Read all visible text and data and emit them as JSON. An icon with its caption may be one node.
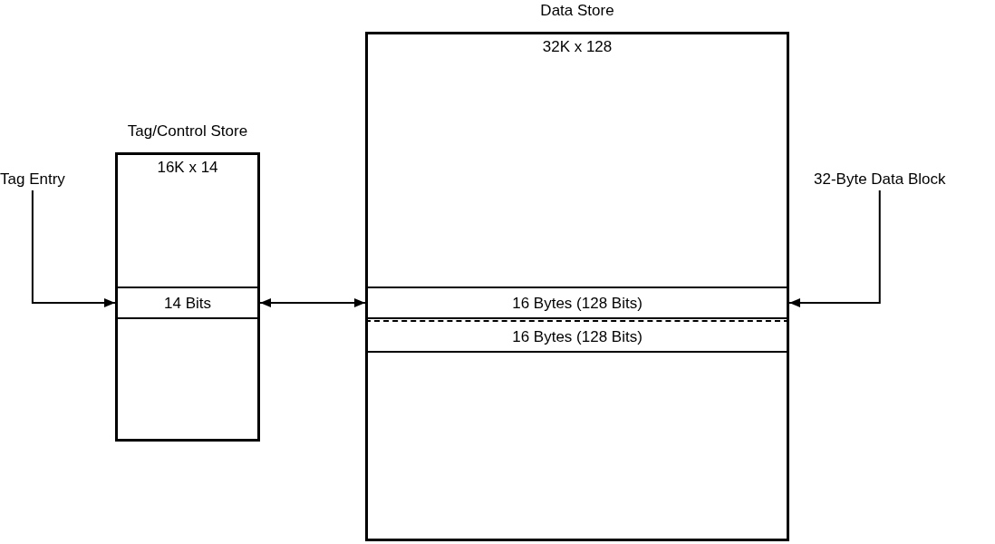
{
  "diagram": {
    "nodes": [
      {
        "text": [
          "Tag/Control Store",
          "16K x 14"
        ]
      },
      {
        "text": [
          "14 Bits"
        ],
        "in": 0
      },
      {
        "text": [
          "Data Store",
          "32K x 128"
        ]
      },
      {
        "text": [
          "16 Bytes (128 Bits)"
        ],
        "in": 2
      },
      {
        "text": [
          "16 Bytes (128 Bits)"
        ],
        "in": 2
      },
      {
        "text": [
          "Tag Entry"
        ]
      },
      {
        "text": [
          "32-Byte Data Block"
        ]
      }
    ],
    "edges": [
      {
        "from": 5,
        "to": 1,
        "arrow": "to"
      },
      {
        "from": 1,
        "to": 3,
        "arrow": "both"
      },
      {
        "from": 6,
        "to": 3,
        "arrow": "to"
      }
    ]
  }
}
